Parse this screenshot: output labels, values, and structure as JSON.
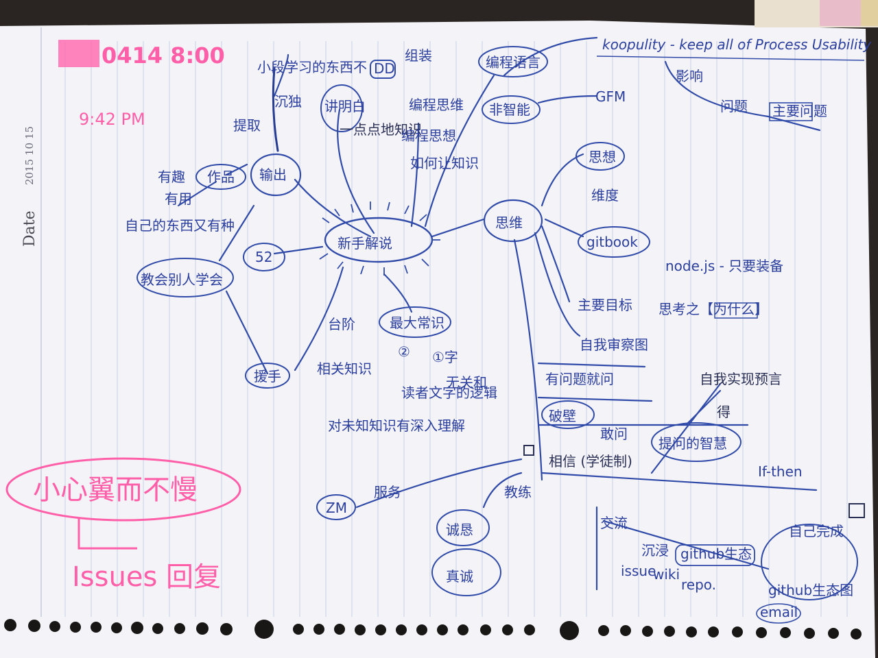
{
  "header": {
    "date_label": "Date",
    "date_value": "2015 10 15",
    "pink_time_top": "0414 8:00",
    "pink_time_sub": "9:42 PM"
  },
  "center": "新手解说",
  "nodes": {
    "output": "输出",
    "work": "作品",
    "interest": "有趣",
    "useful": "有用",
    "know_myself": "自己的东西又有种",
    "extract": "提取",
    "think_alone": "沉独",
    "small_habit": "小段学习的东西不",
    "ppt": "讲明白",
    "dd": "DD",
    "organize": "组装",
    "blog_alone": "一点点地知识",
    "teach_learn": "教会别人学会",
    "n52": "52",
    "aid": "援手",
    "stairs": "台阶",
    "knowledge": "相关知识",
    "details": "对未知知识有深入理解",
    "biggest_knowledge": "最大常识",
    "word": "①字",
    "unrelated": "无关和",
    "item2": "②",
    "read_text": "读者文字的逻辑",
    "writing": "编程思维",
    "programming_ideas": "编程思想",
    "if_know": "如何让知识",
    "koopuility": "koopulity - keep all of Process Usability",
    "gfm": "GFM",
    "non_smart": "非智能",
    "influence": "影响",
    "question": "问题",
    "support": "主要问题",
    "thinking": "思维",
    "origin": "思想",
    "dimension": "维度",
    "gitbook": "gitbook",
    "nodejs": "node.js - 只要装备",
    "think_why": "思考之【为什么】",
    "main_goal": "主要目标",
    "self_check": "自我审察图",
    "self_realize": "自我实现预言",
    "ask_questions": "有问题就问",
    "get": "得",
    "break_wall": "破壁",
    "ask": "敢问",
    "wisdom": "提问的智慧",
    "ifthen": "If-then",
    "trust": "相信 (学徒制)",
    "exchange": "交流",
    "language": "沉浸",
    "github_eco": "github生态",
    "issue": "issue",
    "wiki": "wiki",
    "repo": "repo.",
    "self_made": "自己完成",
    "github_map": "github生态图",
    "email": "email",
    "zm": "ZM",
    "serve": "服务",
    "study": "教练",
    "sincere_lang": "诚恳",
    "sincere": "真诚",
    "pink_motto": "小心翼而不慢",
    "pink_issues": "Issues 回复"
  },
  "colors": {
    "ink_blue": "#2f4aa8",
    "pink": "#ff5fa8",
    "paper": "#f4f3f7"
  }
}
